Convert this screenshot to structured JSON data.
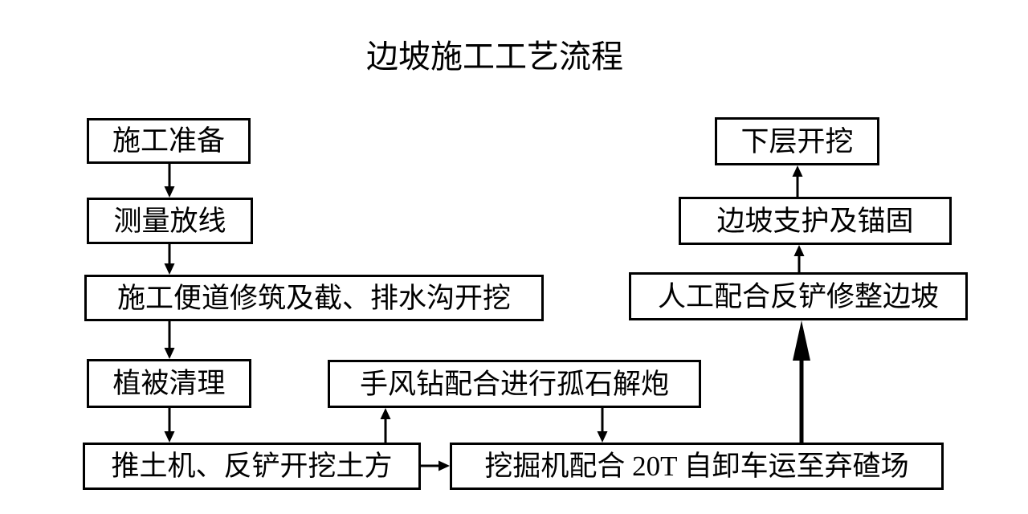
{
  "title": "边坡施工工艺流程",
  "colors": {
    "background": "#ffffff",
    "box_fill": "#ffffff",
    "box_border": "#000000",
    "text": "#000000",
    "arrow": "#000000"
  },
  "flowchart": {
    "nodes": [
      {
        "id": "n1",
        "label": "施工准备"
      },
      {
        "id": "n2",
        "label": "测量放线"
      },
      {
        "id": "n3",
        "label": "施工便道修筑及截、排水沟开挖"
      },
      {
        "id": "n4",
        "label": "植被清理"
      },
      {
        "id": "n5",
        "label": "推土机、反铲开挖土方"
      },
      {
        "id": "n6",
        "label": "手风钻配合进行孤石解炮"
      },
      {
        "id": "n7",
        "label": "挖掘机配合 20T 自卸车运至弃碴场"
      },
      {
        "id": "n8",
        "label": "人工配合反铲修整边坡"
      },
      {
        "id": "n9",
        "label": "边坡支护及锚固"
      },
      {
        "id": "n10",
        "label": "下层开挖"
      }
    ],
    "edges": [
      {
        "from": "施工准备",
        "to": "测量放线",
        "direction": "down",
        "style": "normal"
      },
      {
        "from": "测量放线",
        "to": "施工便道修筑及截、排水沟开挖",
        "direction": "down",
        "style": "normal"
      },
      {
        "from": "施工便道修筑及截、排水沟开挖",
        "to": "植被清理",
        "direction": "down",
        "style": "normal"
      },
      {
        "from": "植被清理",
        "to": "推土机、反铲开挖土方",
        "direction": "down",
        "style": "normal"
      },
      {
        "from": "推土机、反铲开挖土方",
        "to": "挖掘机配合 20T 自卸车运至弃碴场",
        "direction": "right",
        "style": "normal"
      },
      {
        "from": "推土机、反铲开挖土方",
        "to": "手风钻配合进行孤石解炮",
        "direction": "up",
        "style": "normal"
      },
      {
        "from": "手风钻配合进行孤石解炮",
        "to": "挖掘机配合 20T 自卸车运至弃碴场",
        "direction": "down",
        "style": "normal"
      },
      {
        "from": "挖掘机配合 20T 自卸车运至弃碴场",
        "to": "人工配合反铲修整边坡",
        "direction": "up",
        "style": "thick"
      },
      {
        "from": "人工配合反铲修整边坡",
        "to": "边坡支护及锚固",
        "direction": "up",
        "style": "normal"
      },
      {
        "from": "边坡支护及锚固",
        "to": "下层开挖",
        "direction": "up",
        "style": "normal"
      }
    ]
  }
}
